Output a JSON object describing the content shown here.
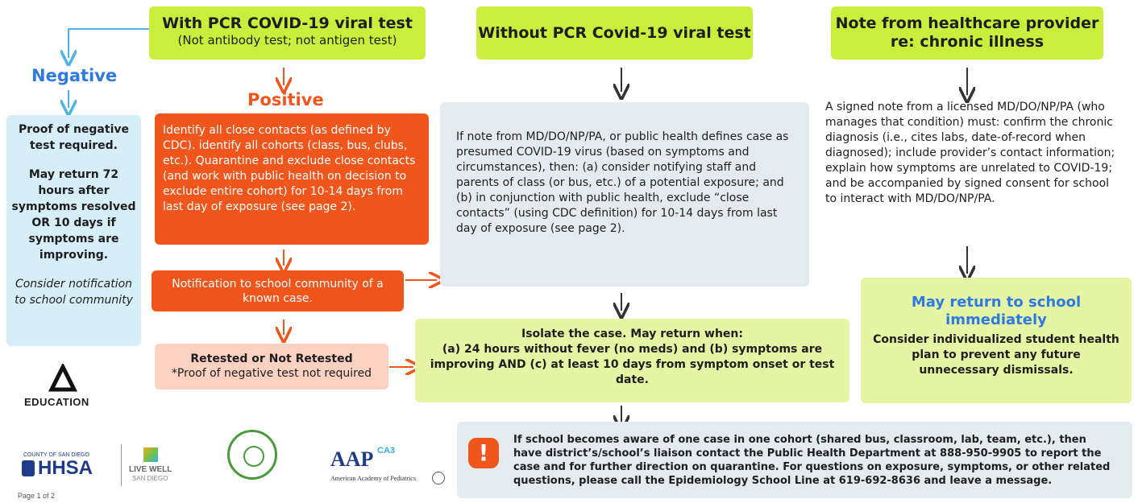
{
  "columns": {
    "pcr": {
      "title": "With PCR COVID-19 viral test",
      "subtitle": "(Not antibody test; not antigen test)"
    },
    "no_pcr": {
      "title": "Without PCR Covid-19 viral test"
    },
    "note": {
      "title_line1": "Note from healthcare provider",
      "title_line2": "re: chronic illness"
    }
  },
  "negative": {
    "label": "Negative",
    "line1": "Proof of negative test required.",
    "line2": "May return 72 hours after symptoms resolved OR 10 days if symptoms are improving.",
    "line3": "Consider notification to school community"
  },
  "positive": {
    "label": "Positive",
    "identify_text": "Identify all close contacts (as defined by CDC). identify all cohorts (class, bus, clubs, etc.). Quarantine and exclude close contacts (and work with public health on decision to exclude entire cohort) for 10-14 days from last day of exposure (see page 2).",
    "notification_text": "Notification to school community of a known case.",
    "retest_title": "Retested or Not Retested",
    "retest_sub": "*Proof of negative test not required"
  },
  "no_pcr_text": "If note from MD/DO/NP/PA, or public health defines case as presumed COVID-19 virus (based on symptoms and circumstances), then: (a) consider notifying staff and parents of class (or bus, etc.) of a potential exposure; and (b) in conjunction with public health, exclude “close contacts” (using CDC definition) for 10-14 days from last day of exposure (see page 2).",
  "isolate": {
    "line1": "Isolate the case. May return when:",
    "line2": "(a) 24 hours without fever (no meds) and (b) symptoms are improving AND (c) at least 10 days from symptom onset or test date."
  },
  "note_text": "A signed note from a licensed MD/DO/NP/PA (who manages that condition) must: confirm the chronic diagnosis (i.e., cites labs, date-of-record when diagnosed); include provider’s contact information; explain how symptoms are unrelated to COVID-19; and be accompanied by signed consent for school to interact with MD/DO/NP/PA.",
  "return": {
    "title": "May return to school immediately",
    "text": "Consider individualized student health plan to prevent any future unnecessary dismissals."
  },
  "alert": {
    "icon": "exclamation-icon",
    "text": "If school becomes aware of one case in one cohort (shared bus, classroom, lab, team, etc.), then have district’s/school’s liaison contact the Public Health Department at 888-950-9905 to report the case and for further direction on quarantine. For questions on exposure, symptoms, or other related questions, please call the Epidemiology School Line at 619-692-8636 and leave a message."
  },
  "logos": {
    "education": "EDUCATION",
    "hhsa": "HHSA",
    "hhsa_county": "COUNTY OF SAN DIEGO",
    "livewell_line1": "LIVE WELL",
    "livewell_line2": "SAN DIEGO",
    "aap": "AAP",
    "aap_chapter": "CA3",
    "aap_name": "American Academy of Pediatrics"
  },
  "footer": {
    "page": "Page 1 of 2"
  },
  "colors": {
    "lime": "#c9ef3c",
    "orange": "#f0561c",
    "blue_label": "#2f7ae0",
    "light_blue": "#d5eef8",
    "grey": "#e4ebee",
    "pink": "#fbd1c2"
  }
}
